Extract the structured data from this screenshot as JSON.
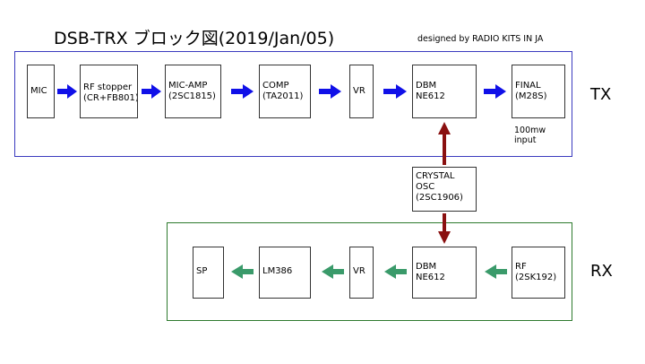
{
  "title": "DSB-TRX ブロック図(2019/Jan/05)",
  "credit": "designed by RADIO KITS IN JA",
  "groups": {
    "tx": "TX",
    "rx": "RX"
  },
  "tx_blocks": {
    "mic": {
      "line1": "MIC",
      "line2": ""
    },
    "rf_stop": {
      "line1": "RF stopper",
      "line2": "(CR+FB801)"
    },
    "micamp": {
      "line1": "MIC-AMP",
      "line2": "(2SC1815)"
    },
    "comp": {
      "line1": "COMP",
      "line2": "(TA2011)"
    },
    "vr": {
      "line1": "VR",
      "line2": ""
    },
    "dbm": {
      "line1": "DBM",
      "line2": "NE612"
    },
    "final": {
      "line1": "FINAL",
      "line2": "(M28S)"
    }
  },
  "final_note": {
    "line1": "100mw",
    "line2": "input"
  },
  "osc": {
    "line1": "CRYSTAL",
    "line2": "OSC",
    "line3": "(2SC1906)"
  },
  "rx_blocks": {
    "sp": {
      "line1": "SP",
      "line2": ""
    },
    "lm386": {
      "line1": "LM386",
      "line2": ""
    },
    "vr": {
      "line1": "VR",
      "line2": ""
    },
    "dbm": {
      "line1": "DBM",
      "line2": "NE612"
    },
    "rf": {
      "line1": "RF",
      "line2": "(2SK192)"
    }
  },
  "colors": {
    "tx_arrow": "#1010e8",
    "rx_arrow": "#3a9a6a",
    "osc_arrow": "#8a1010",
    "tx_border": "#3b3bbf",
    "rx_border": "#2e7a2e"
  }
}
